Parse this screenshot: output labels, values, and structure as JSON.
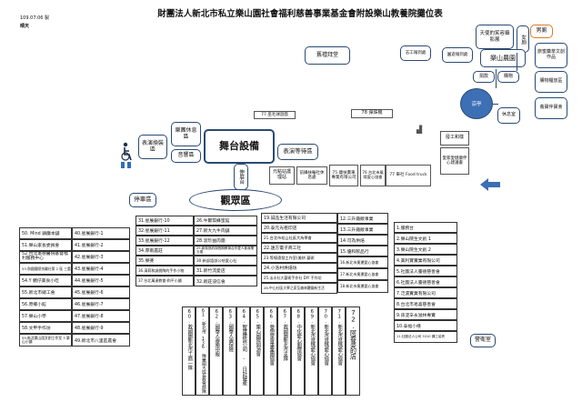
{
  "title": "財團法人新北市私立樂山園社會福利慈善事業基金會附設樂山教養院攤位表",
  "date": "109.07.06 製",
  "weather": "晴天",
  "stage": "舞台設備",
  "audience": "觀眾區",
  "parking": "停車區",
  "tag_77": "77 巫毛球遊戲",
  "tag_78": "78 彈珠機",
  "boxes": {
    "meeting": "舊禮拜堂",
    "staff_inspect": "志工報到處",
    "exhibit": "園遊報到處",
    "photo": "天使的笑容攝影展",
    "female": "女廁",
    "male": "男廁",
    "farm": "樂山農園",
    "dept_a": "旅蜜藥萃文創作品",
    "booth_sale": "購物",
    "craft": "捐款",
    "shop": "購物櫃放區",
    "rest": "休息室",
    "souvenir": "養寶伴寶會",
    "show_exchange": "表演換裝區",
    "music_room": "樂團休息區",
    "sound": "音響區",
    "show_wait": "表演等待區",
    "left_tent": "伸展台",
    "nursery": "冊展旅伴",
    "yuan_guang": "元點站護理站",
    "ambulance": "前攝扶輪社休息處",
    "cl75": "75 康扶賣車專業有限公司",
    "cl76": "76 台北市鳳陽愛心協會",
    "cl77": "77 車社 Food truck",
    "cl_right1": "廢工和樣",
    "cl_right2": "愛家愛健康伴心建議書",
    "police": "警衛室",
    "scene": "涼亭"
  },
  "col1": [
    "50. Mind 鎮攤本舖",
    "51.樂山家長委員會",
    "52.台北憲德醫院基督福利服務中心",
    "53.和國國際扶輪社第 2 區 三重",
    "54.Y 豬仔美食小吃",
    "55.新北市總工會",
    "56.原鄉小館",
    "57.樂山小學",
    "58.文甲手作坊",
    "59.新北樂山園文創工作室 3 樂山小舖"
  ],
  "col2": [
    "40.星展銀行-1",
    "41.星展銀行-2",
    "42.星展銀行-3",
    "43.星展銀行-4",
    "44.星展銀行-5",
    "45.星展銀行-6",
    "46.星展銀行-7",
    "47.星展銀行-8",
    "48.星展銀行-9",
    "49.新北市八里區農會"
  ],
  "col3": [
    "31.星展銀行-10",
    "32.星展銀行-11",
    "33.星展銀行-12",
    "34.厚兩農莊",
    "35.樂婆",
    "36.清莉和誠桃陶的手作小物",
    "37.台北萬達教會-和平小舖"
  ],
  "col4": [
    "26.牛爾琪蜂蜜館",
    "27.新大九牛肉舖",
    "28.滾珍益肉團",
    "29.新風悠約與長期教育合作愛人食我業五獲",
    "30.新部語部公哈愛心社",
    "31.新竹流愛店",
    "32.新莊浸信會"
  ],
  "col5": [
    "19.誠品生活有限公司",
    "20.泰元光祖印店",
    "21.台北市松山社區大為學會",
    "22.遠方電子商工社",
    "23.等線遠發工作室(美拼.藝術",
    "24.小洛村烘焙坊",
    "25.淡水社大藝術手作社 DIY 手作坊",
    "26.中山社區大學之家至森林體鍛新生活"
  ],
  "col6": [
    "12.三升鐵飯事業",
    "13.三升鐵飯事業",
    "14.可為烘焙",
    "15.優和飲品行",
    "16.新北市奧運愛心協會",
    "17.新北市奧運愛心協會",
    "18.新北市奧運愛心協會"
  ],
  "col7": [
    "1.服務台",
    "2.樂山院生文創 1",
    "3.樂山院生文創 2",
    "4.美利寶實業有限公司",
    "5.社團法人臺德慈善會",
    "6.社團法人臺德慈善會",
    "7.泛濃實業有限公司",
    "8.台北市易喜慈善會",
    "9.孫淀辛永滋林專實",
    "10.泰福小棧",
    "11.社團法人公司 3310 講工協會"
  ],
  "bottom": [
    "60.救國團新北市工商一隊",
    "61.新北市 136 隊美國大成長教會部隊",
    "62.國泰人壽南中服",
    "63.國泰人壽保險",
    "64.智寶建設公司 - 日計健產",
    "65.樂心國際同源會",
    "66.參想堂會事業團協會",
    "67.救國團新北市支隊",
    "68.中化愛心關懷協會",
    "69.新北市莒瑪愛心協會",
    "70.新北市莒瑪愛心協會",
    "71.新北市莒瑪愛心協會",
    "72.阿春婆的店"
  ]
}
